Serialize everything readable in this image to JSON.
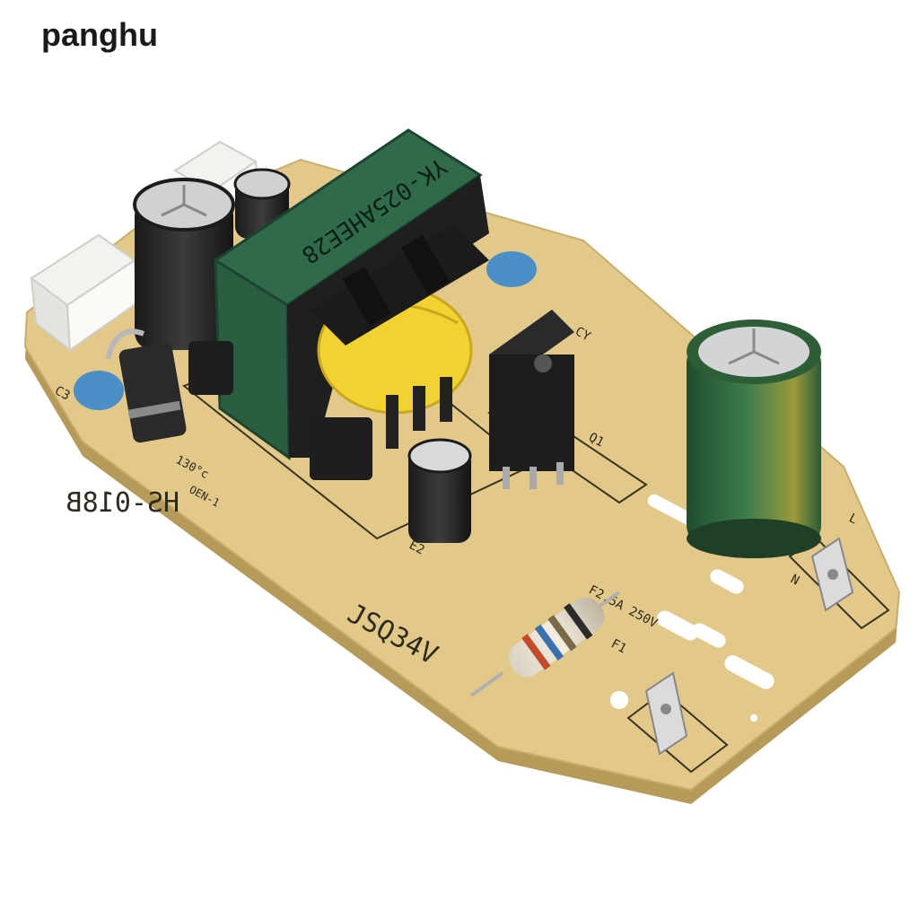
{
  "watermark": {
    "text": "panghu"
  },
  "board": {
    "model_label": "HS-018B",
    "code_label": "JSQ34V",
    "transformer_label": "YK-025AHEE28",
    "temp_label": "130°c",
    "temp_label_prefix": "OEN-1",
    "fuse_ref": "F1",
    "fuse_rating": "F2.5A 250V",
    "refs": {
      "e2": "E2",
      "q1": "Q1",
      "c3": "C3",
      "cy": "CY",
      "n": "N",
      "l": "L"
    }
  },
  "colors": {
    "pcb": "#e2c98a",
    "pcb_shadow": "#b69a5a",
    "transformer": "#2f6b4a",
    "big_cap": "#2f6a3f",
    "core_yellow": "#f2d230",
    "blue_cap": "#4a8fc7"
  }
}
